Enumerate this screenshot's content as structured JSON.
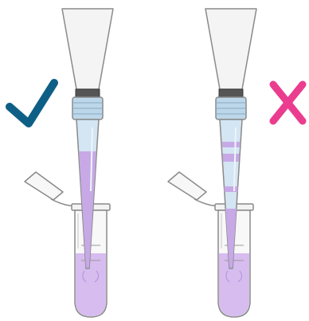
{
  "panels": [
    {
      "id": "correct",
      "mark": "check-mark-icon",
      "mark_color": "#0e5f86",
      "liquid": "continuous"
    },
    {
      "id": "incorrect",
      "mark": "cross-mark-icon",
      "mark_color": "#ea3d8f",
      "liquid": "with-air-bubbles"
    }
  ],
  "colors": {
    "outline": "#8a8a8a",
    "syringe_body": "#f4f4f4",
    "plunger_tip": "#555555",
    "luer_lock": "#bcd7ea",
    "filter_tip": "#d4e5f3",
    "liquid": "#c7a9e6",
    "liquid_tube": "#d6bcef",
    "tube_body": "#f8f8f8"
  }
}
